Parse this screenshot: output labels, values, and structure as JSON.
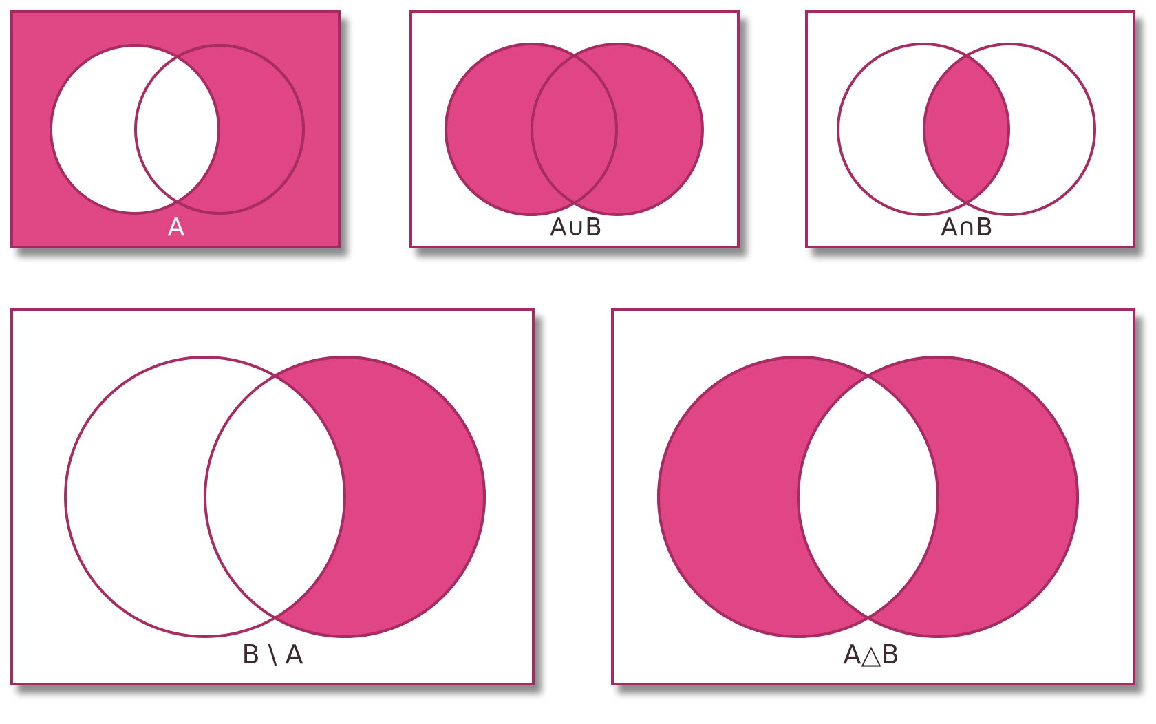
{
  "colors": {
    "fill": "#e04685",
    "stroke": "#a62c62",
    "background": "#ffffff",
    "label_dark": "#3a2a30",
    "label_light": "#ffffff",
    "shadow": "#9b9b9b"
  },
  "panels": [
    {
      "label": "A",
      "shaded_region": "complement of A",
      "shade_outside": true,
      "label_color": "light"
    },
    {
      "label": "A∪B",
      "shaded_region": "A or B",
      "shade_outside": false,
      "label_color": "dark"
    },
    {
      "label": "A∩B",
      "shaded_region": "A and B",
      "shade_outside": false,
      "label_color": "dark"
    },
    {
      "label": "B \\ A",
      "shaded_region": "B not A",
      "shade_outside": false,
      "label_color": "dark"
    },
    {
      "label": "A△B",
      "shaded_region": "A xor B",
      "shade_outside": false,
      "label_color": "dark"
    }
  ]
}
